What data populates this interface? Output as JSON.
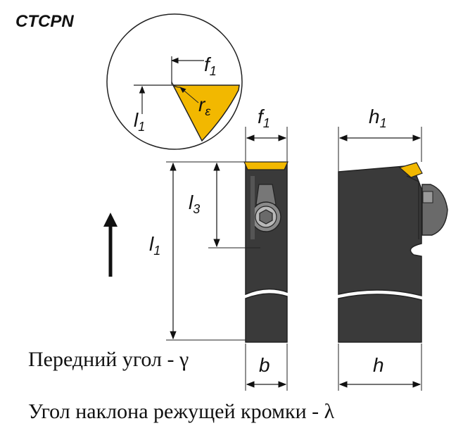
{
  "title": "CTCPN",
  "detail": {
    "f1": "f",
    "f1_sub": "1",
    "l1": "l",
    "l1_sub": "1",
    "r_eps": "r",
    "r_eps_sub": "ε"
  },
  "front_view": {
    "f1": "f",
    "f1_sub": "1",
    "l1": "l",
    "l1_sub": "1",
    "l3": "l",
    "l3_sub": "3",
    "b": "b"
  },
  "side_view": {
    "h1": "h",
    "h1_sub": "1",
    "h": "h"
  },
  "captions": {
    "rake_angle": "Передний угол - γ",
    "inclination_angle": "Угол наклона режущей кромки - λ"
  },
  "colors": {
    "insert": "#f2b800",
    "insert_dark": "#d99a00",
    "holder": "#3a3a3a",
    "holder_dark": "#2a2a2a",
    "holder_light": "#6a6a6a"
  }
}
